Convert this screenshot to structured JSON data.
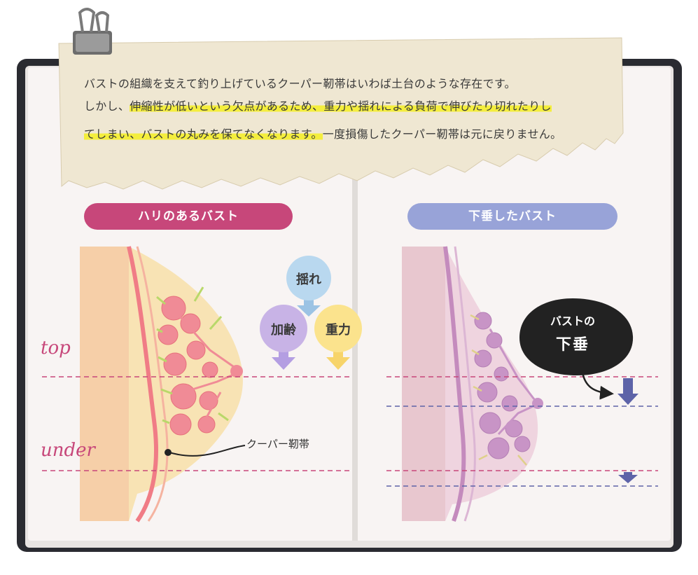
{
  "note": {
    "line1": "バストの組織を支えて釣り上げているクーパー靭帯はいわば土台のような存在です。",
    "line2_plain": "しかし、",
    "line2_highlight": "伸縮性が低いという欠点があるため、重力や揺れによる負荷で伸びたり切れたりし",
    "line3_highlight": "てしまい、バストの丸みを保てなくなります。",
    "line3_plain": "一度損傷したクーパー靭帯は元に戻りません。"
  },
  "left_panel": {
    "title": "ハリのあるバスト",
    "ligament_label": "クーパー靭帯"
  },
  "right_panel": {
    "title": "下垂したバスト",
    "badge_line1": "バストの",
    "badge_line2": "下垂"
  },
  "forces": {
    "shake": "揺れ",
    "aging": "加齢",
    "gravity": "重力"
  },
  "levels": {
    "top": "top",
    "under": "under"
  },
  "colors": {
    "pink_accent": "#c7477a",
    "blue_accent": "#98a3d8",
    "dashed_blue": "#5d63a8",
    "highlight": "#f4ee3d",
    "shake_circle": "#b9d8ef",
    "aging_circle": "#c8b3e6",
    "gravity_circle": "#fbe38d"
  }
}
